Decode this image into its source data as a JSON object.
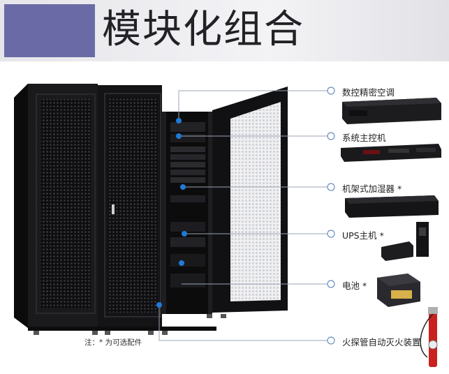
{
  "header": {
    "title": "模块化组合"
  },
  "components": [
    {
      "label": "数控精密空调"
    },
    {
      "label": "系统主控机"
    },
    {
      "label": "机架式加湿器 *"
    },
    {
      "label": "UPS主机 *"
    },
    {
      "label": "电池 *"
    },
    {
      "label": "火探管自动灭火装置"
    }
  ],
  "note": "注：* 为可选配件",
  "colors": {
    "banner_accent": "#6a6aa6",
    "callout_dot": "#1f7ad6",
    "callout_line": "#9aa4b4",
    "cabinet": "#121214"
  }
}
